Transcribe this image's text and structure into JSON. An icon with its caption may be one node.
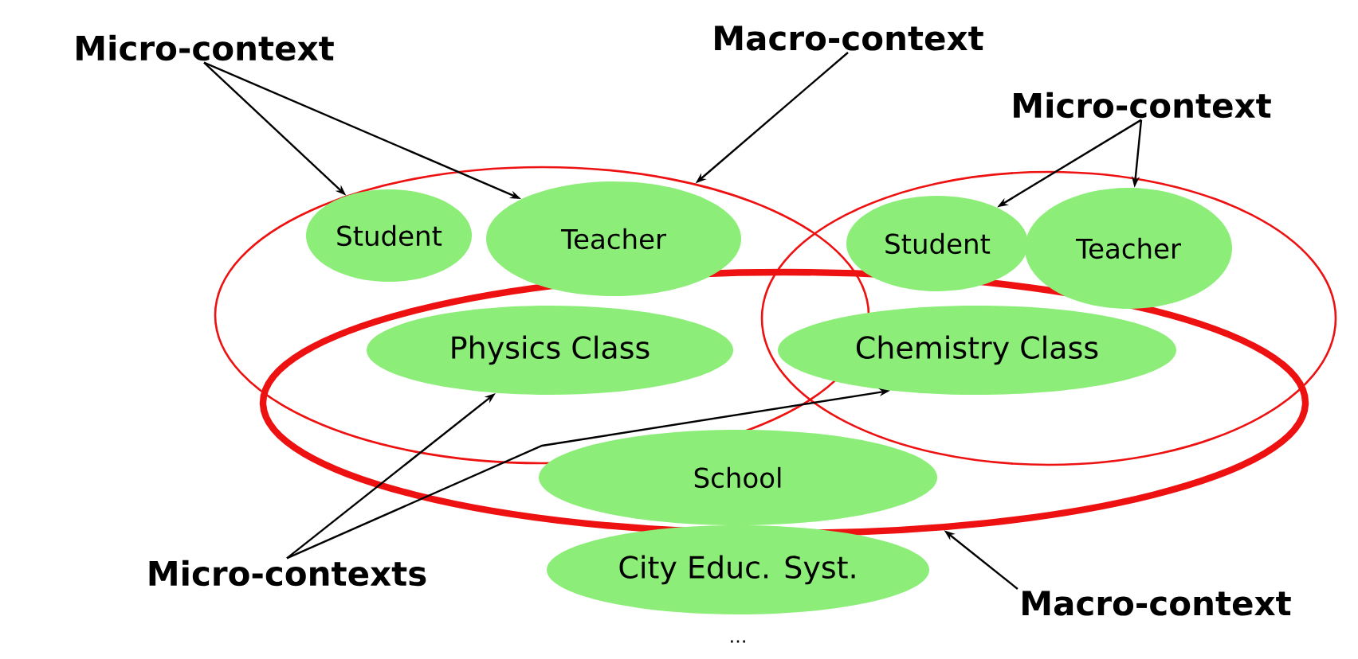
{
  "diagram": {
    "nodes": [
      {
        "text": [
          "Micro-context"
        ]
      },
      {
        "text": [
          "Macro-context"
        ]
      },
      {
        "text": [
          "Micro-context"
        ]
      },
      {
        "text": [],
        "shape": "ellipse"
      },
      {
        "text": [],
        "shape": "ellipse"
      },
      {
        "text": [],
        "shape": "ellipse"
      },
      {
        "text": [
          "Student"
        ],
        "in": 3
      },
      {
        "text": [
          "Teacher"
        ],
        "in": 3
      },
      {
        "text": [
          "Student"
        ],
        "in": 4
      },
      {
        "text": [
          "Teacher"
        ],
        "in": 4
      },
      {
        "text": [
          "Physics Class"
        ]
      },
      {
        "text": [
          "Chemistry Class"
        ]
      },
      {
        "text": [
          "School"
        ],
        "in": 5
      },
      {
        "text": [
          "City Educ. Syst."
        ]
      },
      {
        "text": [
          "Micro-contexts"
        ]
      },
      {
        "text": [
          "Macro-context"
        ]
      }
    ],
    "edges": [
      {
        "from": 0,
        "to": 6,
        "arrow": "to"
      },
      {
        "from": 0,
        "to": 7,
        "arrow": "to"
      },
      {
        "from": 1,
        "to": 3,
        "arrow": "to"
      },
      {
        "from": 2,
        "to": 8,
        "arrow": "to"
      },
      {
        "from": 2,
        "to": 9,
        "arrow": "to"
      },
      {
        "from": 14,
        "to": 10,
        "arrow": "to"
      },
      {
        "from": 14,
        "to": 11,
        "arrow": "to"
      },
      {
        "from": 15,
        "to": 5,
        "arrow": "to"
      }
    ],
    "labels": [
      "..."
    ]
  }
}
